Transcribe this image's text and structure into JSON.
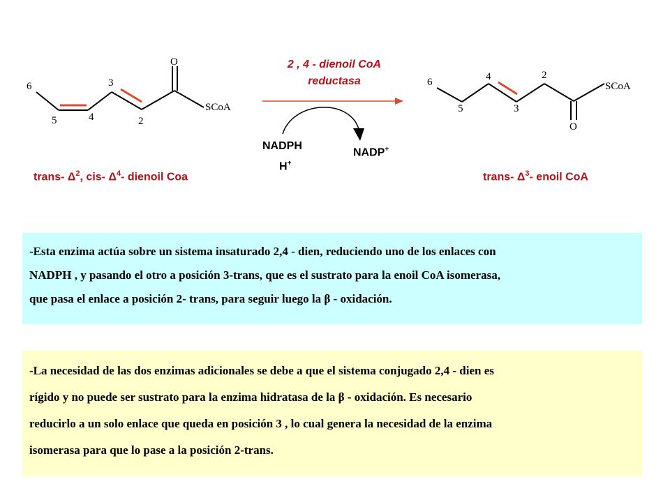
{
  "reactant": {
    "atoms": {
      "o": "O",
      "scoa": "SCoA",
      "n6": "6",
      "n5": "5",
      "n4": "4",
      "n3": "3",
      "n2": "2"
    },
    "name": {
      "trans": "trans- ",
      "delta": "Δ",
      "sup2": "2",
      "cis": ", cis- ",
      "sup4": "4",
      "rest": "- dienoil Coa"
    }
  },
  "product": {
    "atoms": {
      "o": "O",
      "scoa": "SCoA",
      "n6": "6",
      "n5": "5",
      "n4": "4",
      "n3": "3",
      "n2": "2"
    },
    "name": {
      "trans": "trans- ",
      "delta": "Δ",
      "sup3": "3",
      "rest": "- enoil CoA"
    }
  },
  "enzyme": {
    "line1": "2 , 4 - dienoil CoA",
    "line2": "reductasa"
  },
  "cofactors": {
    "nadph": "NADPH",
    "h": "H",
    "h_sup": "+",
    "nadp": "NADP",
    "nadp_sup": "+"
  },
  "colors": {
    "red": "#b3121a",
    "arrow": "#e0492c",
    "box1": "#ccffff",
    "box2": "#ffffcc"
  },
  "box1": {
    "l1": "-Esta enzima actúa sobre un sistema insaturado 2,4 - dien, reduciendo uno de los enlaces con",
    "l2": "NADPH , y pasando el otro a posición 3-trans, que es el sustrato para la enoil CoA isomerasa,",
    "l3a": "que pasa el enlace a posición 2- trans, para seguir luego la ",
    "l3beta": "β",
    "l3b": " - oxidación."
  },
  "box2": {
    "l1": "-La necesidad de las dos enzimas adicionales se debe a que el sistema conjugado 2,4 - dien es",
    "l2a": "rígido y no puede ser sustrato para la enzima hidratasa de la ",
    "l2beta": "β",
    "l2b": " - oxidación. Es necesario",
    "l3": "reducirlo a un solo enlace que queda en posición 3 , lo cual genera la necesidad de la enzima",
    "l4": "isomerasa para que lo pase a la posición 2-trans."
  }
}
